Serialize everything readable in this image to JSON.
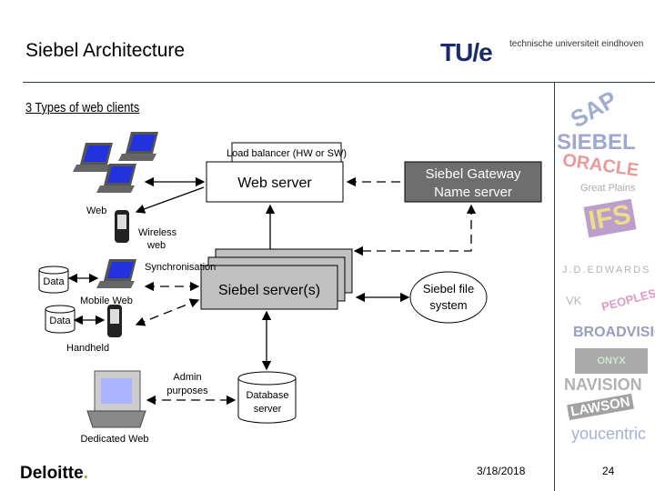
{
  "header": {
    "title": "Siebel Architecture",
    "logo_text": "TU/e",
    "logo_subtitle": "technische universiteit eindhoven"
  },
  "subtitle": "3 Types of web clients",
  "diagram": {
    "load_balancer": "Load balancer (HW or SW)",
    "web_server": "Web server",
    "gateway_line1": "Siebel Gateway",
    "gateway_line2": "Name server",
    "siebel_server": "Siebel server(s)",
    "file_system_line1": "Siebel file",
    "file_system_line2": "system",
    "database_line1": "Database",
    "database_line2": "server",
    "web": "Web",
    "wireless_line1": "Wireless",
    "wireless_line2": "web",
    "synchronisation": "Synchronisation",
    "data1": "Data",
    "data2": "Data",
    "mobile_web": "Mobile Web",
    "handheld": "Handheld",
    "admin_line1": "Admin",
    "admin_line2": "purposes",
    "dedicated_web": "Dedicated Web"
  },
  "sidebar_logos": [
    "SAP",
    "SIEBEL",
    "ORACLE",
    "Great Plains",
    "IFS",
    "J.D.EDWARDS",
    "VK",
    "PEOPLESOFT",
    "BROADVISION",
    "ONYX",
    "NAVISION",
    "LAWSON",
    "youcentric"
  ],
  "footer": {
    "brand": "Deloitte",
    "date": "3/18/2018",
    "page_number": "24"
  },
  "colors": {
    "gateway": "#6e6e6e",
    "server": "#c0c0c0",
    "screen": "#2233dd",
    "brand_dot": "#86bc25"
  }
}
